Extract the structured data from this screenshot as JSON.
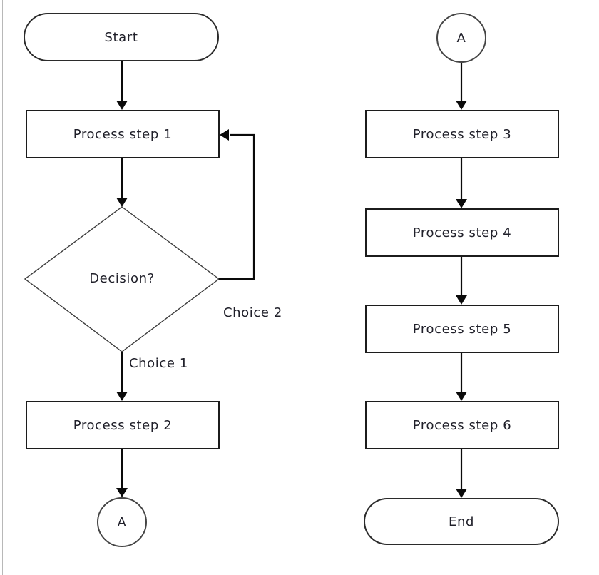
{
  "diagram": {
    "nodes": {
      "start": {
        "label": "Start",
        "type": "terminator"
      },
      "p1": {
        "label": "Process step 1",
        "type": "process"
      },
      "decision": {
        "label": "Decision?",
        "type": "decision"
      },
      "p2": {
        "label": "Process step 2",
        "type": "process"
      },
      "a_left": {
        "label": "A",
        "type": "connector"
      },
      "a_right": {
        "label": "A",
        "type": "connector"
      },
      "p3": {
        "label": "Process step 3",
        "type": "process"
      },
      "p4": {
        "label": "Process step 4",
        "type": "process"
      },
      "p5": {
        "label": "Process step 5",
        "type": "process"
      },
      "p6": {
        "label": "Process step 6",
        "type": "process"
      },
      "end": {
        "label": "End",
        "type": "terminator"
      }
    },
    "edge_labels": {
      "choice1": "Choice 1",
      "choice2": "Choice 2"
    },
    "colors": {
      "connector_stroke": "#0a0a0a",
      "shape_stroke": "#1c1c1c",
      "text": "#20202a",
      "background": "#ffffff",
      "frame_border": "#b8b8b8"
    }
  }
}
